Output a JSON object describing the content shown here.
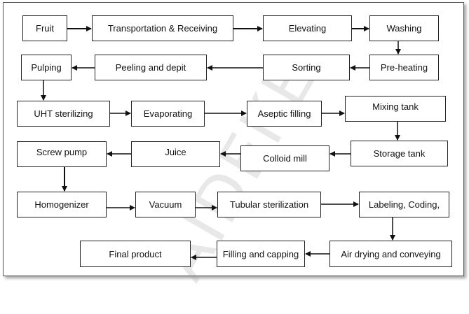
{
  "watermark": "AIDEKE",
  "steps": {
    "fruit": "Fruit",
    "transport": "Transportation & Receiving",
    "elevating": "Elevating",
    "washing": "Washing",
    "preheating": "Pre-heating",
    "sorting": "Sorting",
    "peeling": "Peeling and depit",
    "pulping": "Pulping",
    "uht": "UHT sterilizing",
    "evaporating": "Evaporating",
    "aseptic": "Aseptic filling",
    "mixing": "Mixing tank",
    "storage": "Storage tank",
    "colloid": "Colloid mill",
    "juice": "Juice",
    "screw": "Screw pump",
    "homogenizer": "Homogenizer",
    "vacuum": "Vacuum",
    "tubular": "Tubular sterilization",
    "labeling": "Labeling, Coding,",
    "airdrying": "Air drying and conveying",
    "filling": "Filling and capping",
    "final": "Final product"
  }
}
